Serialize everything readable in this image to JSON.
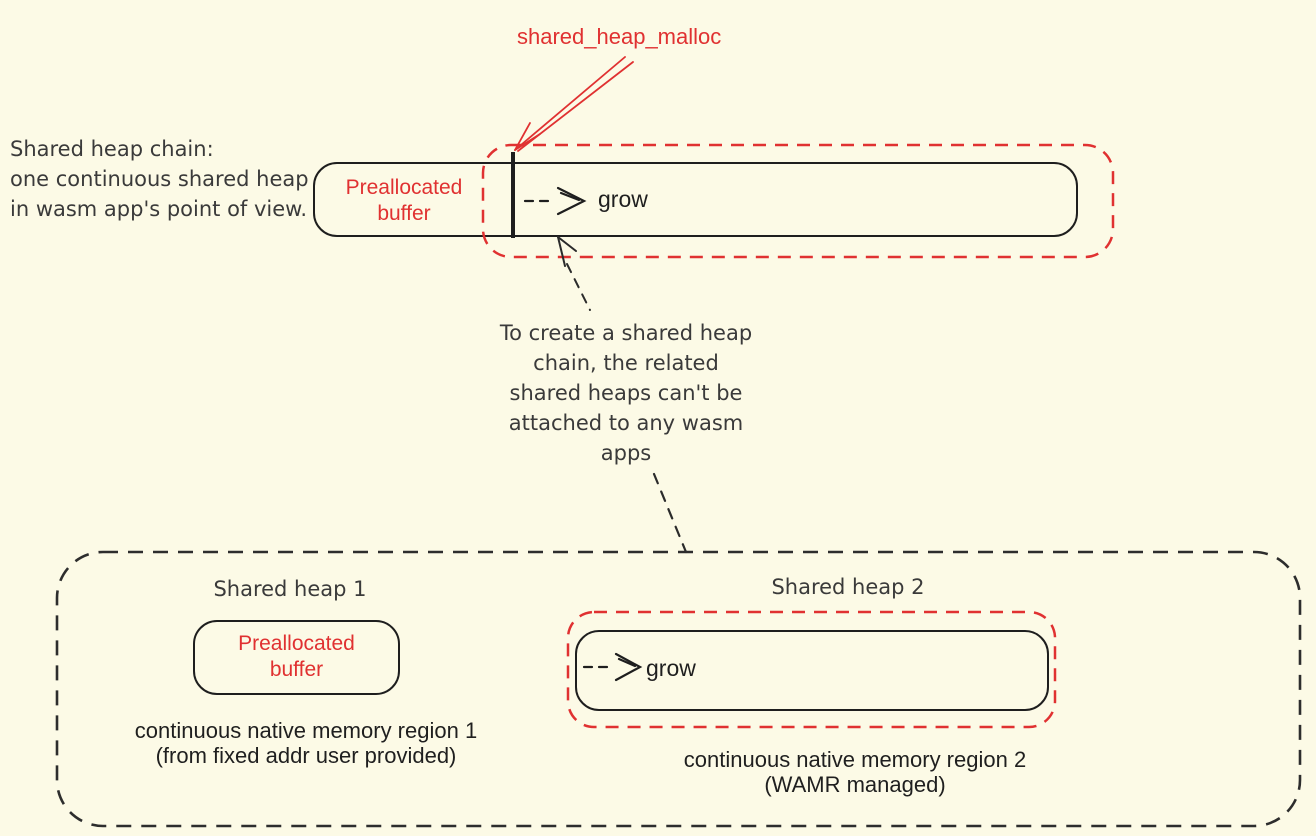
{
  "canvas": {
    "background_color": "#fcfae6",
    "accent_red": "#e03131",
    "ink": "#1e1e1e"
  },
  "top": {
    "malloc_label": "shared_heap_malloc",
    "caption_lines": [
      "Shared heap chain:",
      "one continuous shared heap",
      "in wasm app's point of view."
    ],
    "prealloc_lines": [
      "Preallocated",
      "buffer"
    ],
    "grow_label": "grow"
  },
  "note": {
    "lines": [
      "To create a shared heap",
      "chain, the related",
      "shared heaps can't be",
      "attached to any wasm",
      "apps"
    ]
  },
  "bottom": {
    "heap1": {
      "title": "Shared heap 1",
      "prealloc_lines": [
        "Preallocated",
        "buffer"
      ],
      "caption_lines": [
        "continuous native memory region 1",
        "(from fixed addr user provided)"
      ]
    },
    "heap2": {
      "title": "Shared heap 2",
      "grow_label": "grow",
      "caption_lines": [
        "continuous native memory region 2",
        "(WAMR managed)"
      ]
    }
  },
  "icons": {
    "malloc_arrow": "red-arrow-pointing-to-heap-boundary",
    "grow_arrow": "dashed-arrow-right",
    "note_arrow": "dashed-callout-arrow"
  }
}
